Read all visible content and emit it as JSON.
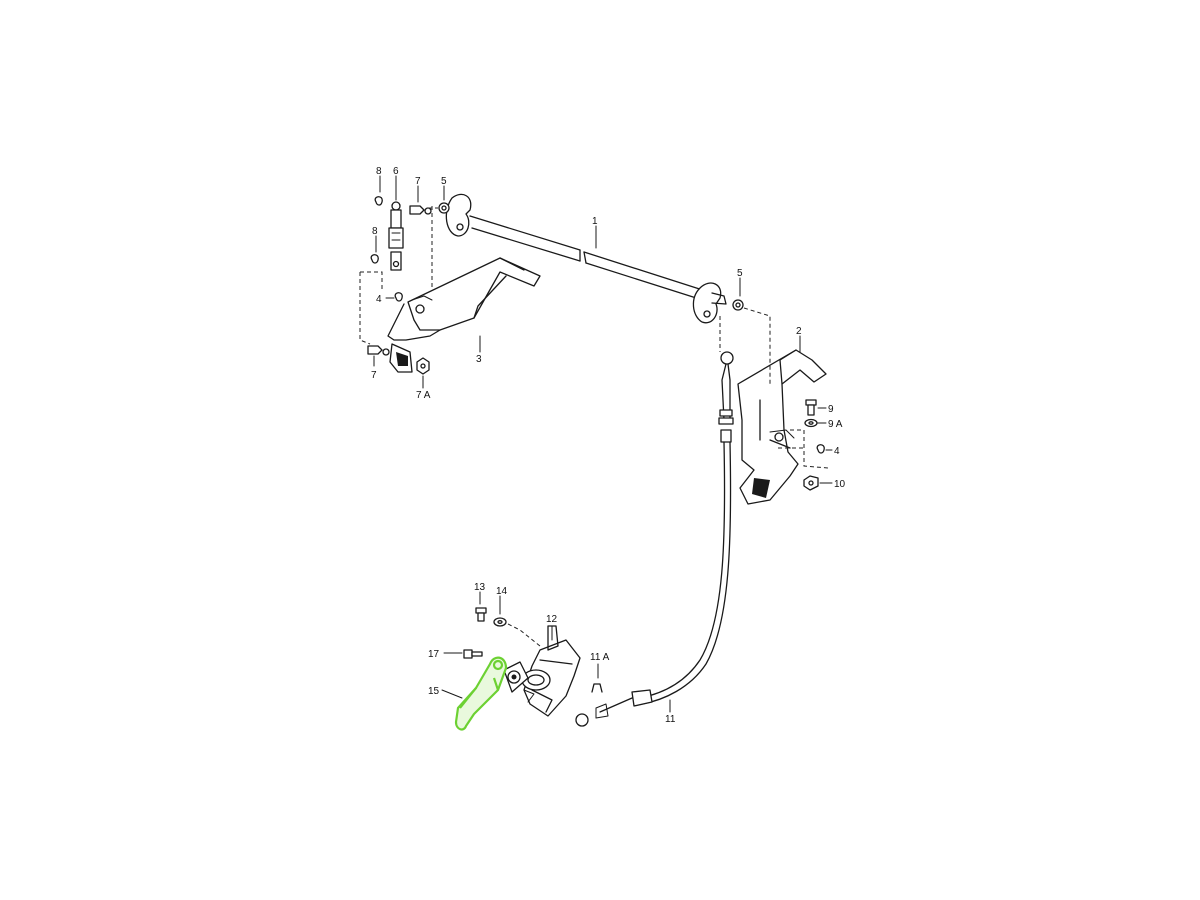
{
  "callouts": [
    {
      "id": "c1",
      "text": "1"
    },
    {
      "id": "c2",
      "text": "2"
    },
    {
      "id": "c3",
      "text": "3"
    },
    {
      "id": "c4a",
      "text": "4"
    },
    {
      "id": "c4b",
      "text": "4"
    },
    {
      "id": "c5a",
      "text": "5"
    },
    {
      "id": "c5b",
      "text": "5"
    },
    {
      "id": "c6",
      "text": "6"
    },
    {
      "id": "c7a",
      "text": "7"
    },
    {
      "id": "c7b",
      "text": "7"
    },
    {
      "id": "c7A",
      "text": "7 A"
    },
    {
      "id": "c8a",
      "text": "8"
    },
    {
      "id": "c8b",
      "text": "8"
    },
    {
      "id": "c9",
      "text": "9"
    },
    {
      "id": "c9A",
      "text": "9 A"
    },
    {
      "id": "c10",
      "text": "10"
    },
    {
      "id": "c11",
      "text": "11"
    },
    {
      "id": "c11A",
      "text": "11 A"
    },
    {
      "id": "c12",
      "text": "12"
    },
    {
      "id": "c13",
      "text": "13"
    },
    {
      "id": "c14",
      "text": "14"
    },
    {
      "id": "c15",
      "text": "15"
    },
    {
      "id": "c17",
      "text": "17"
    }
  ],
  "highlight": {
    "part": "15",
    "color": "#6cd132"
  }
}
